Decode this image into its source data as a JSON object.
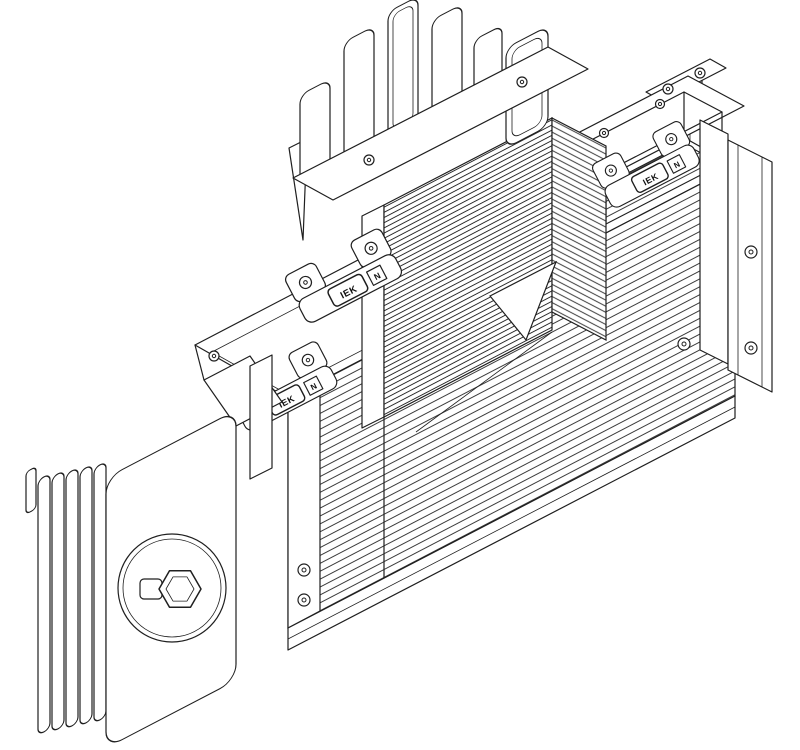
{
  "palette": {
    "line_color": "#1f1f1f",
    "background": "#ffffff",
    "hatch_color": "#262626"
  },
  "labels": {
    "plates": [
      {
        "text": "IEK",
        "marker": "N"
      },
      {
        "text": "IEK",
        "marker": "N"
      },
      {
        "text": "IEK",
        "marker": "N"
      }
    ]
  }
}
